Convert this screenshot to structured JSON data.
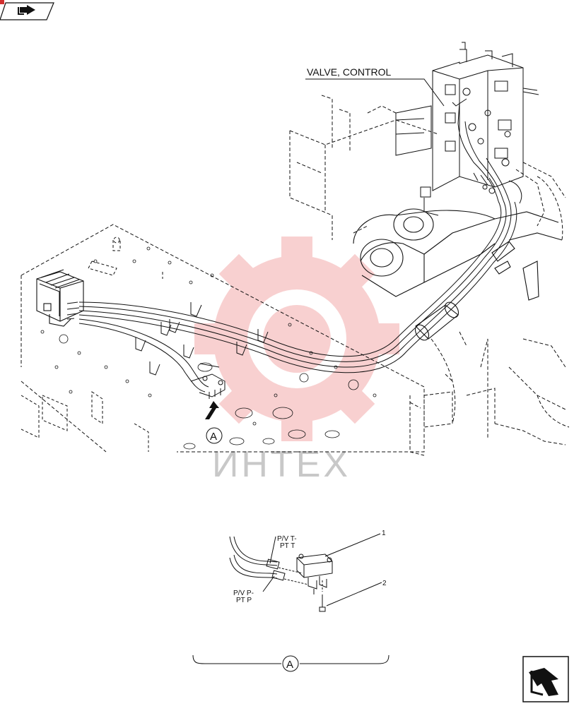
{
  "nav": {
    "top_icon": "return-arrow-icon",
    "bottom_icon": "return-arrow-icon"
  },
  "labels": {
    "valve_control": "VALVE, CONTROL",
    "callout_a_main": "A",
    "callout_a_detail": "A",
    "detail_pvt_line1": "P/V T-",
    "detail_pvt_line2": "PT T",
    "detail_pvp_line1": "P/V P-",
    "detail_pvp_line2": "PT P",
    "part_1": "1",
    "part_2": "2"
  },
  "watermark": {
    "text": "ИНТЕХ",
    "color": "#e04040"
  }
}
